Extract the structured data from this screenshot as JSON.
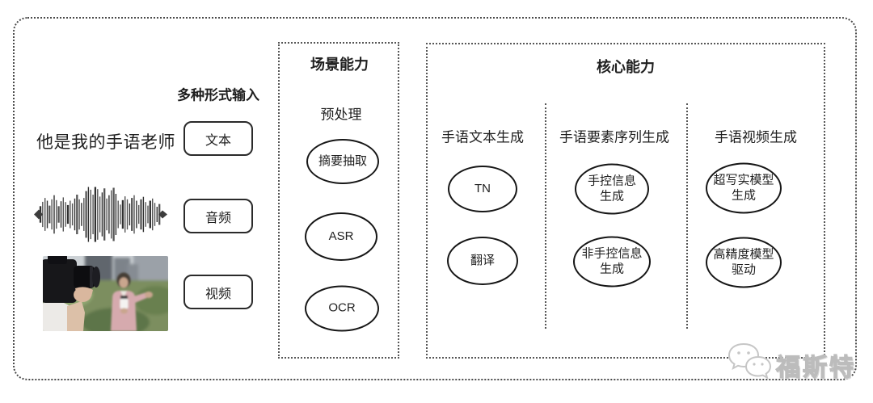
{
  "input_section": {
    "header": "多种形式输入",
    "sentence": "他是我的手语老师",
    "inputs": [
      {
        "label": "文本"
      },
      {
        "label": "音频"
      },
      {
        "label": "视频"
      }
    ]
  },
  "scene_box": {
    "title": "场景能力",
    "subtitle": "预处理",
    "nodes": [
      {
        "label": "摘要抽取"
      },
      {
        "label": "ASR"
      },
      {
        "label": "OCR"
      }
    ]
  },
  "core_box": {
    "title": "核心能力",
    "columns": [
      {
        "header": "手语文本生成",
        "nodes": [
          {
            "line1": "TN"
          },
          {
            "line1": "翻译"
          }
        ]
      },
      {
        "header": "手语要素序列生成",
        "nodes": [
          {
            "line1": "手控信息",
            "line2": "生成"
          },
          {
            "line1": "非手控信息",
            "line2": "生成"
          }
        ]
      },
      {
        "header": "手语视频生成",
        "nodes": [
          {
            "line1": "超写实模型",
            "line2": "生成"
          },
          {
            "line1": "高精度模型",
            "line2": "驱动"
          }
        ]
      }
    ]
  },
  "watermark": {
    "logo": "chat-bubbles-icon",
    "text": "福斯特"
  },
  "colors": {
    "diagram_stroke": "#1f1f1f",
    "dotted_border": "#4f4f4f",
    "watermark_gray": "#c6c6c6"
  }
}
